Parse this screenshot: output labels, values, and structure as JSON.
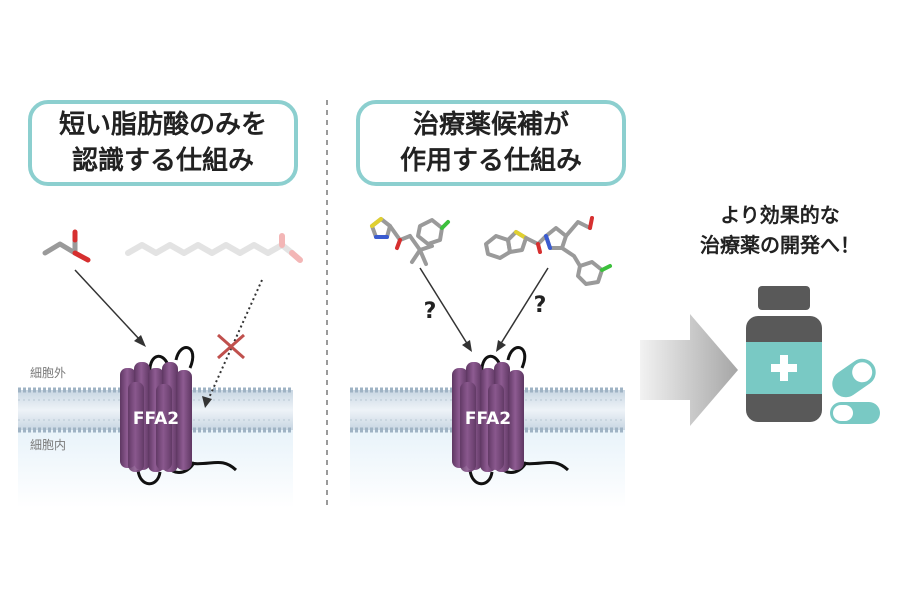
{
  "left_panel": {
    "title_line1": "短い脂肪酸のみを",
    "title_line2": "認識する仕組み",
    "outside_label": "細胞外",
    "inside_label": "細胞内",
    "receptor_label": "FFA2"
  },
  "middle_panel": {
    "title_line1": "治療薬候補が",
    "title_line2": "作用する仕組み",
    "question_mark": "?",
    "receptor_label": "FFA2"
  },
  "right_panel": {
    "goal_line1": "より効果的な",
    "goal_line2": "治療薬の開発へ！"
  },
  "colors": {
    "title_border": "#8ccfcf",
    "receptor": "#7b4a7e",
    "bottle_body": "#595959",
    "bottle_label": "#79c9c4",
    "capsule": "#79c9c4",
    "block_mark": "#c0504d"
  }
}
